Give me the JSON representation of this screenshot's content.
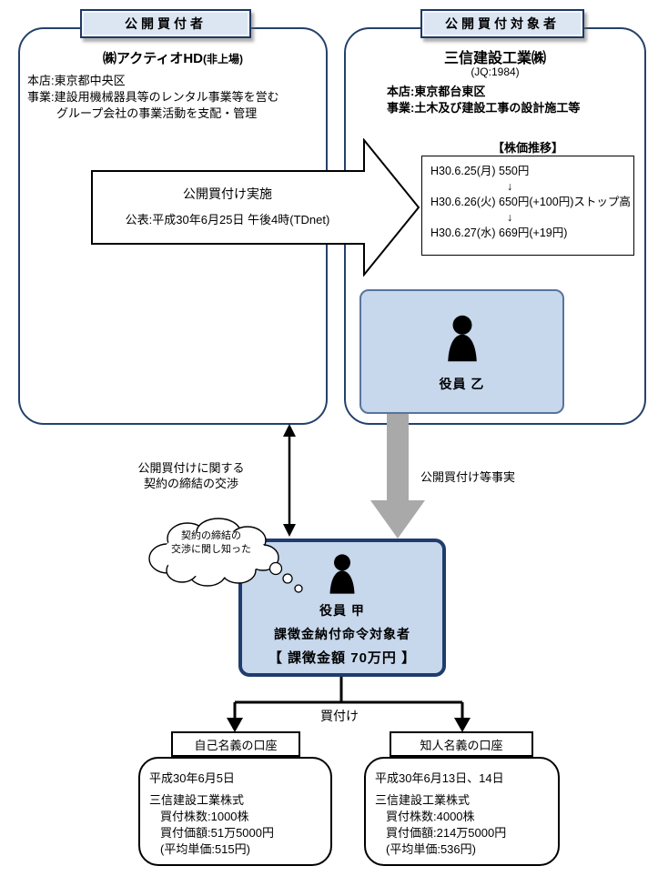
{
  "headers": {
    "offeror": "公開買付者",
    "target": "公開買付対象者"
  },
  "offeror": {
    "title": "㈱アクティオHD",
    "title_suffix": "(非上場)",
    "line1": "本店:東京都中央区",
    "line2": "事業:建設用機械器具等のレンタル事業等を営む",
    "line3": "グループ会社の事業活動を支配・管理"
  },
  "target": {
    "title": "三信建設工業㈱",
    "subtitle": "(JQ:1984)",
    "line1": "本店:東京都台東区",
    "line2": "事業:土木及び建設工事の設計施工等"
  },
  "tender_arrow": {
    "line1": "公開買付け実施",
    "line2": "公表:平成30年6月25日 午後4時(TDnet)"
  },
  "stock": {
    "title": "【株価推移】",
    "lines": [
      "H30.6.25(月) 550円",
      "↓",
      "H30.6.26(火) 650円(+100円)ストップ高",
      "↓",
      "H30.6.27(水) 669円(+19円)"
    ]
  },
  "officer_b": {
    "label": "役員 乙"
  },
  "negotiation": {
    "line1": "公開買付けに関する",
    "line2": "契約の締結の交渉"
  },
  "fact": {
    "label": "公開買付け等事実"
  },
  "cloud": {
    "line1": "契約の締結の",
    "line2": "交渉に関し知った"
  },
  "officer_a": {
    "label": "役員 甲",
    "subject": "課徴金納付命令対象者",
    "penalty": "【 課徴金額 70万円 】"
  },
  "purchase": {
    "label": "買付け"
  },
  "account_self": {
    "label": "自己名義の口座",
    "lines": [
      "平成30年6月5日",
      "三信建設工業株式",
      "買付株数:1000株",
      "買付価額:51万5000円",
      "(平均単価:515円)"
    ]
  },
  "account_friend": {
    "label": "知人名義の口座",
    "lines": [
      "平成30年6月13日、14日",
      "三信建設工業株式",
      "買付株数:4000株",
      "買付価額:214万5000円",
      "(平均単価:536円)"
    ]
  },
  "colors": {
    "header_fill": "#dce6f2",
    "box_fill": "#c7d7ec",
    "border_navy": "#1f3864",
    "arrow_gray": "#a9a9a9"
  }
}
